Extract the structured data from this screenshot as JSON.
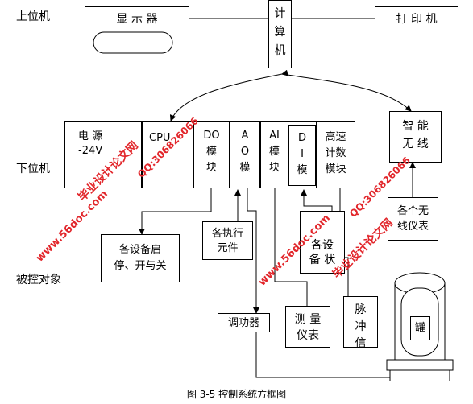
{
  "levels": {
    "upper": "上位机",
    "lower": "下位机",
    "controlled": "被控对象"
  },
  "upper_devices": {
    "display": "显 示 器",
    "computer": "计\n算\n机",
    "printer": "打 印 机"
  },
  "plc": {
    "power": "电    源\n-24V",
    "cpu": "CPU",
    "do_module": "DO\n模\n块",
    "ao_module": "A\nO\n模",
    "ai_module": "AI\n模\n块",
    "di_module": "D\nI\n模",
    "hs_module": "高速\n计数\n模块"
  },
  "wireless": {
    "intelligent": "智  能\n无  线",
    "instruments": "各个无\n线仪表"
  },
  "field": {
    "actuators": "各执行\n元件",
    "start_stop": "各设备启\n停、开与关",
    "regulator": "调功器",
    "meters": "测 量\n仪表",
    "pulse": "脉\n冲\n信",
    "device_status": "各设\n备 状",
    "tank": "罐"
  },
  "watermarks": {
    "site": "www.56doc.com",
    "qq": "QQ:306826066",
    "brand": "毕业设计论文网"
  },
  "caption": "图 3-5 控制系统方框图"
}
